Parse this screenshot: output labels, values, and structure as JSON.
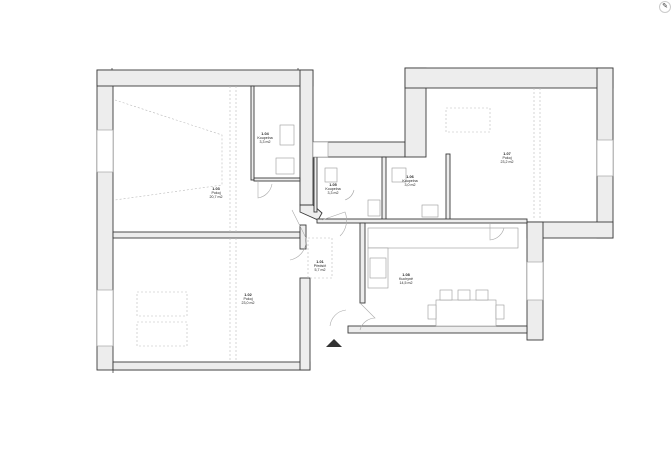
{
  "toolbar": {
    "edit_icon": "pencil-icon"
  },
  "plan": {
    "rooms": [
      {
        "id": "1.03",
        "name": "Pokoj",
        "area": "20,7 m2"
      },
      {
        "id": "1.04",
        "name": "Koupelna",
        "area": "3,3 m2"
      },
      {
        "id": "1.05",
        "name": "Koupelna",
        "area": "3,3 m2"
      },
      {
        "id": "1.06",
        "name": "Koupelna",
        "area": "3,0 m2"
      },
      {
        "id": "1.07",
        "name": "Pokoj",
        "area": "23,2 m2"
      },
      {
        "id": "1.01",
        "name": "Předsíň",
        "area": "5,7 m2"
      },
      {
        "id": "1.02",
        "name": "Pokoj",
        "area": "23,0 m2"
      },
      {
        "id": "1.08",
        "name": "Kuchyně",
        "area": "14,5 m2"
      }
    ],
    "entrance_icon": "entrance-triangle-icon",
    "wall_color": "#ededed",
    "line_color": "#3a3a3a"
  }
}
